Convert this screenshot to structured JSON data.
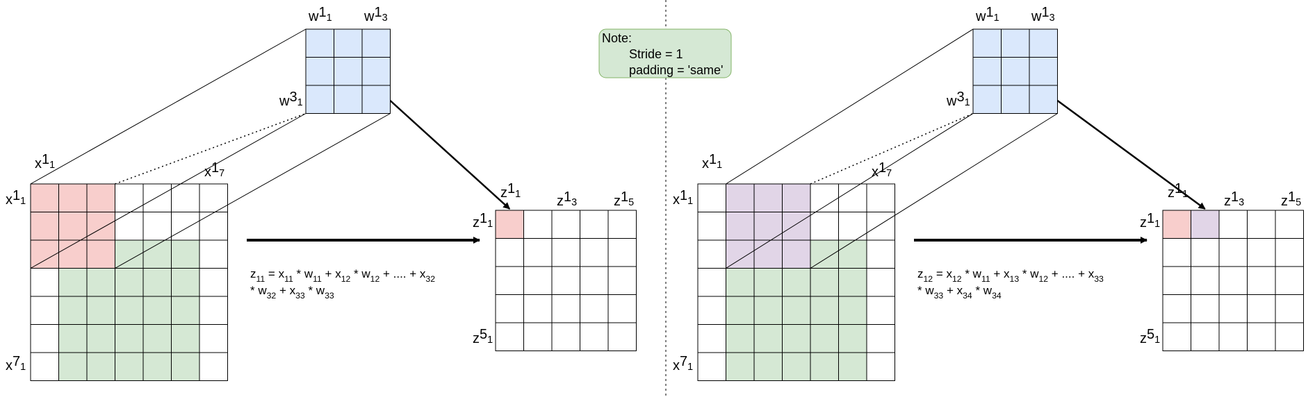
{
  "note": {
    "heading": "Note:",
    "stride": "Stride = 1",
    "padding": "padding = 'same'"
  },
  "left_panel": {
    "kernel_labels": {
      "w11": [
        "w",
        "11"
      ],
      "w13": [
        "w",
        "13"
      ],
      "w31": [
        "w",
        "31"
      ]
    },
    "input_labels": {
      "x11_top": [
        "x",
        "11"
      ],
      "x17": [
        "x",
        "17"
      ],
      "x11_side": [
        "x",
        "11"
      ],
      "x71": [
        "x",
        "71"
      ]
    },
    "output_labels": {
      "z11_top": [
        "z",
        "11"
      ],
      "z13": [
        "z",
        "13"
      ],
      "z15": [
        "z",
        "15"
      ],
      "z11_side": [
        "z",
        "11"
      ],
      "z51": [
        "z",
        "51"
      ]
    },
    "equation": {
      "line1": [
        [
          "z",
          "11"
        ],
        [
          " = ",
          ""
        ],
        [
          "x",
          "11"
        ],
        [
          " * ",
          ""
        ],
        [
          "w",
          "11"
        ],
        [
          " + ",
          ""
        ],
        [
          "x",
          "12"
        ],
        [
          " * ",
          ""
        ],
        [
          "w",
          "12"
        ],
        [
          " + .... + ",
          ""
        ],
        [
          "x",
          "32"
        ]
      ],
      "line2": [
        [
          "* ",
          ""
        ],
        [
          "w",
          "32"
        ],
        [
          "  + ",
          ""
        ],
        [
          "x",
          "33"
        ],
        [
          " * ",
          ""
        ],
        [
          "w",
          "33"
        ]
      ]
    }
  },
  "right_panel": {
    "kernel_labels": {
      "w11": [
        "w",
        "11"
      ],
      "w13": [
        "w",
        "13"
      ],
      "w31": [
        "w",
        "31"
      ]
    },
    "input_labels": {
      "x11_top": [
        "x",
        "11"
      ],
      "x17": [
        "x",
        "17"
      ],
      "x11_side": [
        "x",
        "11"
      ],
      "x71": [
        "x",
        "71"
      ]
    },
    "output_labels": {
      "z11_top": [
        "z",
        "11"
      ],
      "z13": [
        "z",
        "13"
      ],
      "z15": [
        "z",
        "15"
      ],
      "z11_side": [
        "z",
        "11"
      ],
      "z51": [
        "z",
        "51"
      ]
    },
    "equation": {
      "line1": [
        [
          "z",
          "12"
        ],
        [
          " = ",
          ""
        ],
        [
          "x",
          "12"
        ],
        [
          " * ",
          ""
        ],
        [
          "w",
          "11"
        ],
        [
          " + ",
          ""
        ],
        [
          "x",
          "13"
        ],
        [
          " * ",
          ""
        ],
        [
          "w",
          "12"
        ],
        [
          " + .... + ",
          ""
        ],
        [
          "x",
          "33"
        ]
      ],
      "line2": [
        [
          "* ",
          ""
        ],
        [
          "w",
          "33"
        ],
        [
          "  + ",
          ""
        ],
        [
          "x",
          "34"
        ],
        [
          " * ",
          ""
        ],
        [
          "w",
          "34"
        ]
      ]
    }
  },
  "colors": {
    "kernel": "#dae8fc",
    "receptive_field": "#f8cecc",
    "receptive_field_step2": "#e1d5e7",
    "valid_region": "#d5e8d4",
    "note_fill": "#d5e8d4",
    "note_stroke": "#82b366"
  }
}
